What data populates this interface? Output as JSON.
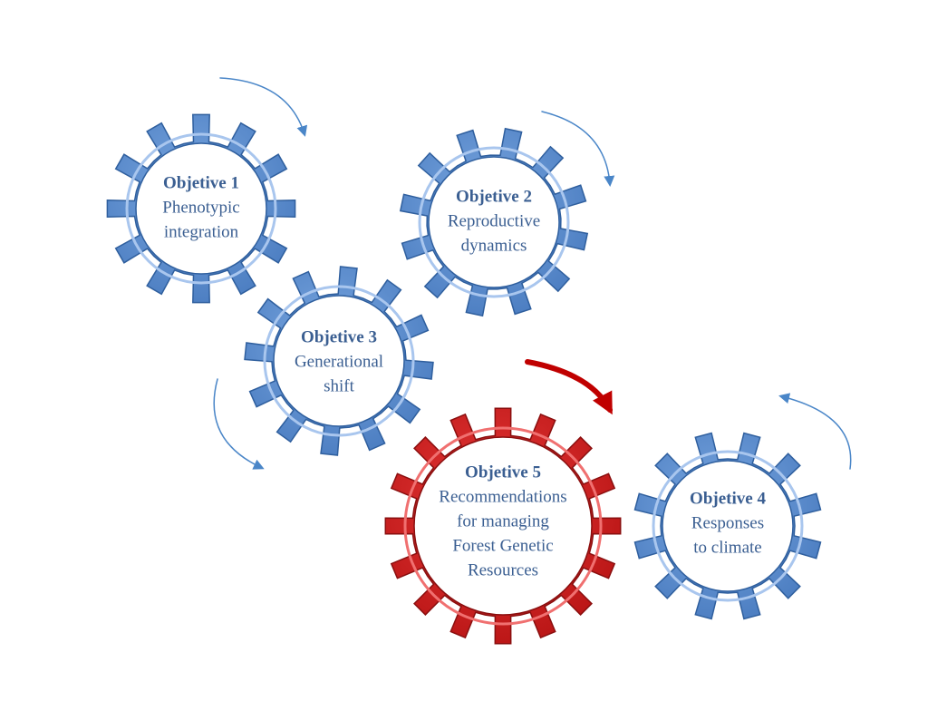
{
  "colors": {
    "blue_fill": "#5b8ed2",
    "blue_edge": "#2f5f9e",
    "blue_text": "#3b5f92",
    "red_fill": "#d42020",
    "red_edge": "#8a0f0f",
    "arrow_blue": "#4a86c8",
    "arrow_red": "#c00000",
    "center_fill": "#ffffff"
  },
  "gears": [
    {
      "id": "objective-1",
      "title": "Objetive 1",
      "lines": [
        "Phenotypic",
        "integration"
      ],
      "color": "blue",
      "teeth": 12
    },
    {
      "id": "objective-2",
      "title": "Objetive 2",
      "lines": [
        "Reproductive",
        "dynamics"
      ],
      "color": "blue",
      "teeth": 12
    },
    {
      "id": "objective-3",
      "title": "Objetive 3",
      "lines": [
        "Generational",
        "shift"
      ],
      "color": "blue",
      "teeth": 12
    },
    {
      "id": "objective-5",
      "title": "Objetive 5",
      "lines": [
        "Recommendations",
        "for managing",
        "Forest Genetic",
        "Resources"
      ],
      "color": "red",
      "teeth": 16
    },
    {
      "id": "objective-4",
      "title": "Objetive 4",
      "lines": [
        "Responses",
        "to climate"
      ],
      "color": "blue",
      "teeth": 12
    }
  ],
  "arrows": [
    {
      "id": "arrow-objective-1",
      "color": "blue",
      "direction": "clockwise"
    },
    {
      "id": "arrow-objective-2",
      "color": "blue",
      "direction": "clockwise"
    },
    {
      "id": "arrow-objective-3",
      "color": "blue",
      "direction": "counterclockwise"
    },
    {
      "id": "arrow-objective-5",
      "color": "red",
      "direction": "clockwise"
    },
    {
      "id": "arrow-objective-4",
      "color": "blue",
      "direction": "counterclockwise"
    }
  ]
}
